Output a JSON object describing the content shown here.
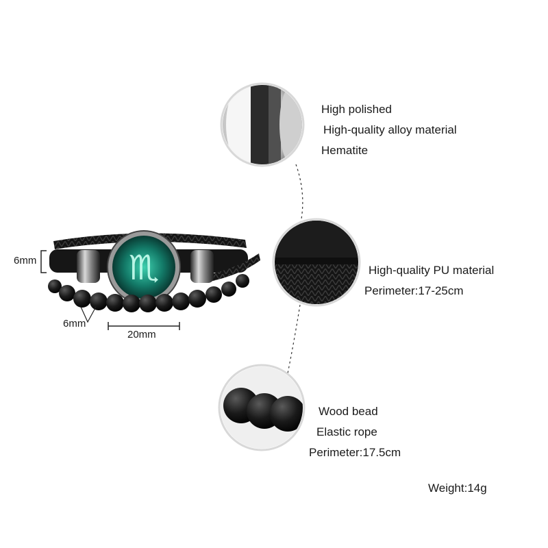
{
  "dimensions": {
    "strap_height": "6mm",
    "bead_size": "6mm",
    "charm_width": "20mm"
  },
  "features": {
    "alloy": {
      "lines": [
        "High polished",
        "High-quality alloy material",
        "Hematite"
      ]
    },
    "leather": {
      "lines": [
        "High-quality PU material",
        "Perimeter:17-25cm"
      ]
    },
    "beads": {
      "lines": [
        "Wood bead",
        "Elastic rope",
        "Perimeter:17.5cm"
      ]
    }
  },
  "weight": "Weight:14g",
  "charm": {
    "glyph": "♏",
    "color": "#1f8f7a"
  }
}
